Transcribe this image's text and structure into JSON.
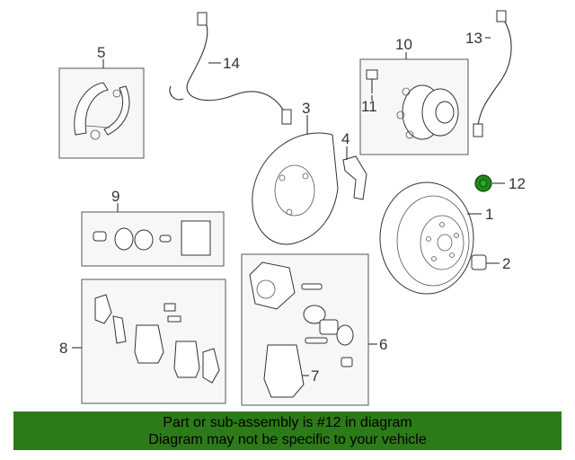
{
  "callouts": {
    "c1": "1",
    "c2": "2",
    "c3": "3",
    "c4": "4",
    "c5": "5",
    "c6": "6",
    "c7": "7",
    "c8": "8",
    "c9": "9",
    "c10": "10",
    "c11": "11",
    "c12": "12",
    "c13": "13",
    "c14": "14"
  },
  "banner": {
    "line1": "Part or sub-assembly is #12 in diagram",
    "line2": "Diagram may not be specific to your vehicle"
  },
  "colors": {
    "highlight_part": "#1f8a1a",
    "banner_bg": "#2d7a18"
  }
}
